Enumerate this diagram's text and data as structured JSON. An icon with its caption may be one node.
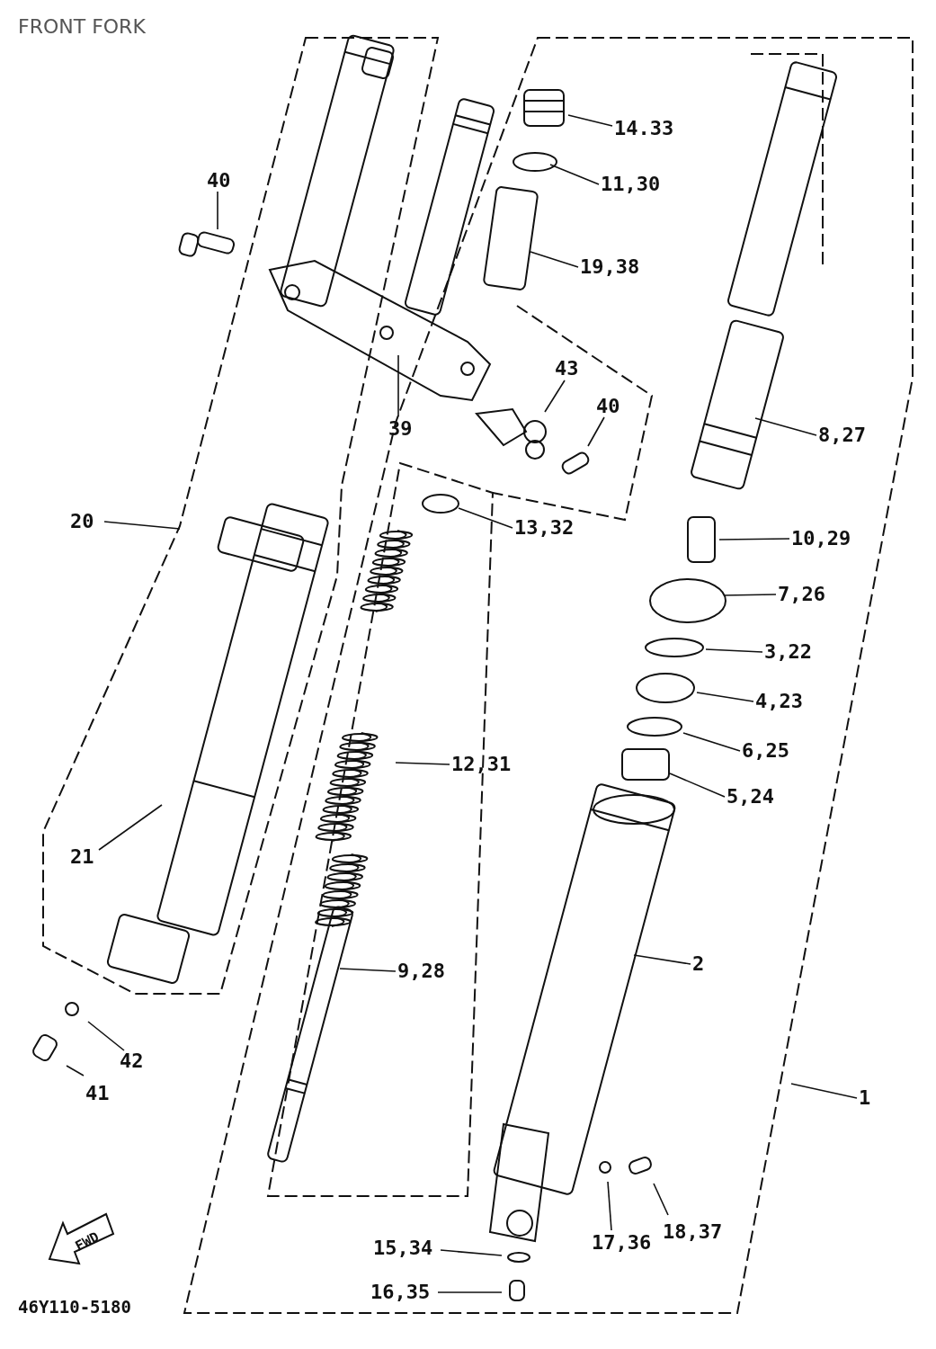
{
  "diagram": {
    "title": "FRONT FORK",
    "nodes": [
      {
        "text": [
          "14.33"
        ]
      },
      {
        "text": [
          "11,30"
        ]
      },
      {
        "text": [
          "40"
        ]
      },
      {
        "text": [
          "19,38"
        ]
      },
      {
        "text": [
          "43"
        ]
      },
      {
        "text": [
          "40"
        ]
      },
      {
        "text": [
          "39"
        ]
      },
      {
        "text": [
          "8,27"
        ]
      },
      {
        "text": [
          "20"
        ]
      },
      {
        "text": [
          "13,32"
        ]
      },
      {
        "text": [
          "10,29"
        ]
      },
      {
        "text": [
          "7,26"
        ]
      },
      {
        "text": [
          "3,22"
        ]
      },
      {
        "text": [
          "4,23"
        ]
      },
      {
        "text": [
          "6,25"
        ]
      },
      {
        "text": [
          "12,31"
        ]
      },
      {
        "text": [
          "5,24"
        ]
      },
      {
        "text": [
          "21"
        ]
      },
      {
        "text": [
          "2"
        ]
      },
      {
        "text": [
          "9,28"
        ]
      },
      {
        "text": [
          "42"
        ]
      },
      {
        "text": [
          "41"
        ]
      },
      {
        "text": [
          "1"
        ]
      },
      {
        "text": [
          "18,37"
        ]
      },
      {
        "text": [
          "17,36"
        ]
      },
      {
        "text": [
          "15,34"
        ]
      },
      {
        "text": [
          "16,35"
        ]
      }
    ],
    "edges": [
      {
        "from": 0,
        "to": null,
        "arrow": "none"
      },
      {
        "from": 1,
        "to": null,
        "arrow": "none"
      },
      {
        "from": 2,
        "to": null,
        "arrow": "none"
      },
      {
        "from": 3,
        "to": null,
        "arrow": "none"
      },
      {
        "from": 4,
        "to": null,
        "arrow": "none"
      },
      {
        "from": 5,
        "to": null,
        "arrow": "none"
      },
      {
        "from": 6,
        "to": null,
        "arrow": "none"
      },
      {
        "from": 7,
        "to": null,
        "arrow": "none"
      },
      {
        "from": 8,
        "to": null,
        "arrow": "none"
      },
      {
        "from": 9,
        "to": null,
        "arrow": "none"
      },
      {
        "from": 10,
        "to": null,
        "arrow": "none"
      },
      {
        "from": 11,
        "to": null,
        "arrow": "none"
      },
      {
        "from": 12,
        "to": null,
        "arrow": "none"
      },
      {
        "from": 13,
        "to": null,
        "arrow": "none"
      },
      {
        "from": 14,
        "to": null,
        "arrow": "none"
      },
      {
        "from": 15,
        "to": null,
        "arrow": "none"
      },
      {
        "from": 16,
        "to": null,
        "arrow": "none"
      },
      {
        "from": 17,
        "to": null,
        "arrow": "none"
      },
      {
        "from": 18,
        "to": null,
        "arrow": "none"
      },
      {
        "from": 19,
        "to": null,
        "arrow": "none"
      },
      {
        "from": 20,
        "to": null,
        "arrow": "none"
      },
      {
        "from": 21,
        "to": null,
        "arrow": "none"
      },
      {
        "from": 22,
        "to": null,
        "arrow": "none"
      },
      {
        "from": 23,
        "to": null,
        "arrow": "none"
      },
      {
        "from": 24,
        "to": null,
        "arrow": "none"
      },
      {
        "from": 25,
        "to": null,
        "arrow": "none"
      },
      {
        "from": 26,
        "to": null,
        "arrow": "none"
      }
    ],
    "labels": [
      "FWD",
      "46Y110-5180"
    ]
  }
}
